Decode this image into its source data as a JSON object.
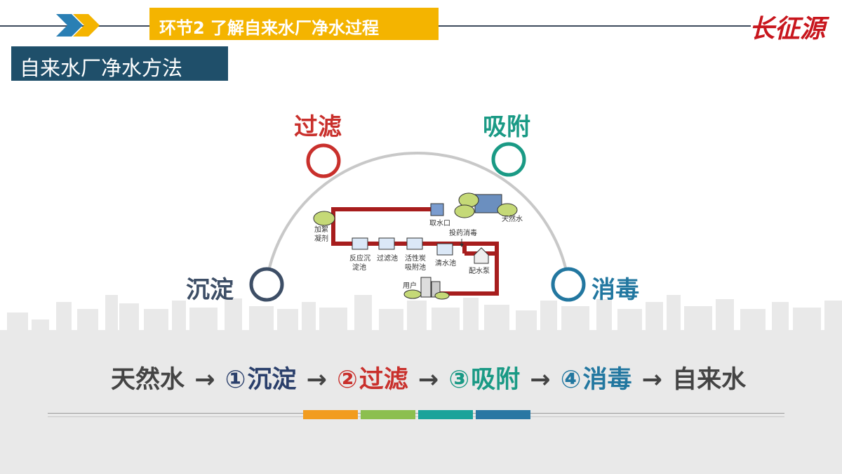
{
  "header": {
    "section_title": "环节2 了解自来水厂净水过程",
    "brand_logo_text": "长征源",
    "colors": {
      "tab": "#f4b400",
      "line": "#3d4a5c",
      "logo": "#c8161d"
    }
  },
  "subtitle": "自来水厂净水方法",
  "methods": [
    {
      "label": "沉淀",
      "color": "#3d4e66"
    },
    {
      "label": "过滤",
      "color": "#c9302c"
    },
    {
      "label": "吸附",
      "color": "#1a9a85"
    },
    {
      "label": "消毒",
      "color": "#2277a0"
    }
  ],
  "plant_diagram": {
    "labels": {
      "intake": "取水口",
      "natural_water": "天然水",
      "coagulant_1": "加絮",
      "coagulant_2": "凝剂",
      "dosing": "投药消毒",
      "sedimentation_1": "反应沉",
      "sedimentation_2": "淀池",
      "filter": "过滤池",
      "carbon_1": "活性炭",
      "carbon_2": "吸附池",
      "clear_water": "清水池",
      "pump": "配水泵",
      "user": "用户"
    }
  },
  "flow": {
    "start": "天然水",
    "end": "自来水",
    "arrow": "→",
    "steps": [
      {
        "num": "①",
        "label": "沉淀",
        "color": "#2a3f6b"
      },
      {
        "num": "②",
        "label": "过滤",
        "color": "#c9302c"
      },
      {
        "num": "③",
        "label": "吸附",
        "color": "#1a9a85"
      },
      {
        "num": "④",
        "label": "消毒",
        "color": "#2277a0"
      }
    ]
  },
  "bottom_bars": [
    "#f29c1f",
    "#8cbf4f",
    "#1aa39a",
    "#2a77a3"
  ]
}
